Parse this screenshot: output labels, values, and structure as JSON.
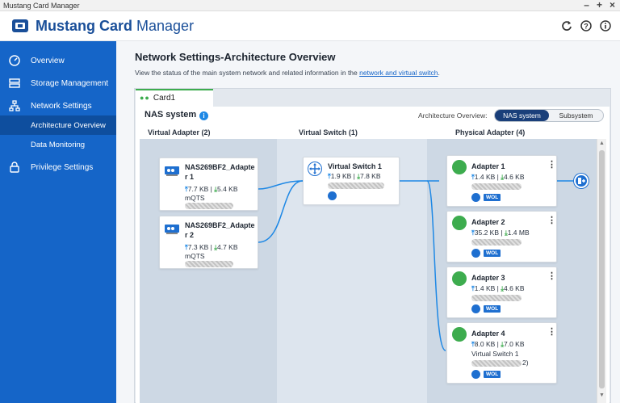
{
  "window": {
    "title": "Mustang Card Manager"
  },
  "header": {
    "brand_bold": "Mustang Card",
    "brand_light": " Manager"
  },
  "sidebar": {
    "items": [
      {
        "label": "Overview"
      },
      {
        "label": "Storage Management"
      },
      {
        "label": "Network Settings"
      },
      {
        "label": "Architecture Overview"
      },
      {
        "label": "Data Monitoring"
      },
      {
        "label": "Privilege Settings"
      }
    ]
  },
  "main": {
    "title": "Network Settings-Architecture Overview",
    "desc_prefix": "View the status of the main system network and related information in the ",
    "desc_link": "network and virtual switch",
    "desc_suffix": "."
  },
  "panel": {
    "tab_label": "Card1",
    "nas_title": "NAS system",
    "arch_label": "Architecture Overview:",
    "seg_options": [
      "NAS system",
      "Subsystem"
    ],
    "col_headers": [
      "Virtual Adapter (2)",
      "Virtual Switch (1)",
      "Physical Adapter (4)"
    ]
  },
  "virtual_adapters": [
    {
      "name_l1": "NAS269BF2_Adapte",
      "name_l2": "r 1",
      "up": "7.7 KB",
      "down": "5.4 KB",
      "os": "mQTS"
    },
    {
      "name_l1": "NAS269BF2_Adapte",
      "name_l2": "r 2",
      "up": "7.3 KB",
      "down": "4.7 KB",
      "os": "mQTS"
    }
  ],
  "virtual_switch": {
    "name": "Virtual Switch 1",
    "up": "1.9 KB",
    "down": "7.8 KB"
  },
  "physical_adapters": [
    {
      "name": "Adapter 1",
      "up": "1.4 KB",
      "down": "4.6 KB",
      "wol": "WOL"
    },
    {
      "name": "Adapter 2",
      "up": "35.2 KB",
      "down": "1.4 MB",
      "wol": "WOL"
    },
    {
      "name": "Adapter 3",
      "up": "1.4 KB",
      "down": "4.6 KB",
      "wol": "WOL"
    },
    {
      "name": "Adapter 4",
      "up": "8.0 KB",
      "down": "7.0 KB",
      "extra": "Virtual Switch 1",
      "tail": "2)",
      "wol": "WOL"
    }
  ],
  "stat_sep": " | "
}
